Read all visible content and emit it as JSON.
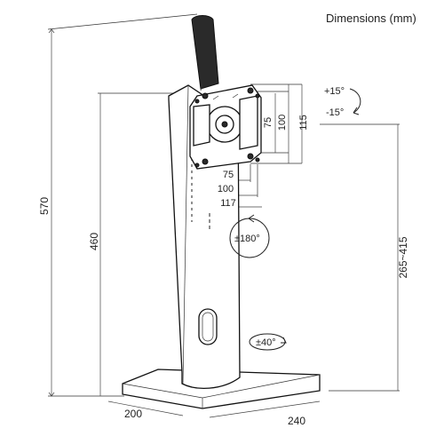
{
  "title": "Dimensions (mm)",
  "dimensions": {
    "total_height": "570",
    "pole_height": "460",
    "height_range": "265~415",
    "vesa_75_h": "75",
    "vesa_100_h": "100",
    "vesa_115": "115",
    "vesa_75_w": "75",
    "vesa_100_w": "100",
    "vesa_117": "117",
    "base_depth": "200",
    "base_width": "240"
  },
  "rotations": {
    "tilt_up": "+15°",
    "tilt_down": "-15°",
    "rotate": "±180°",
    "swivel": "±40°"
  }
}
